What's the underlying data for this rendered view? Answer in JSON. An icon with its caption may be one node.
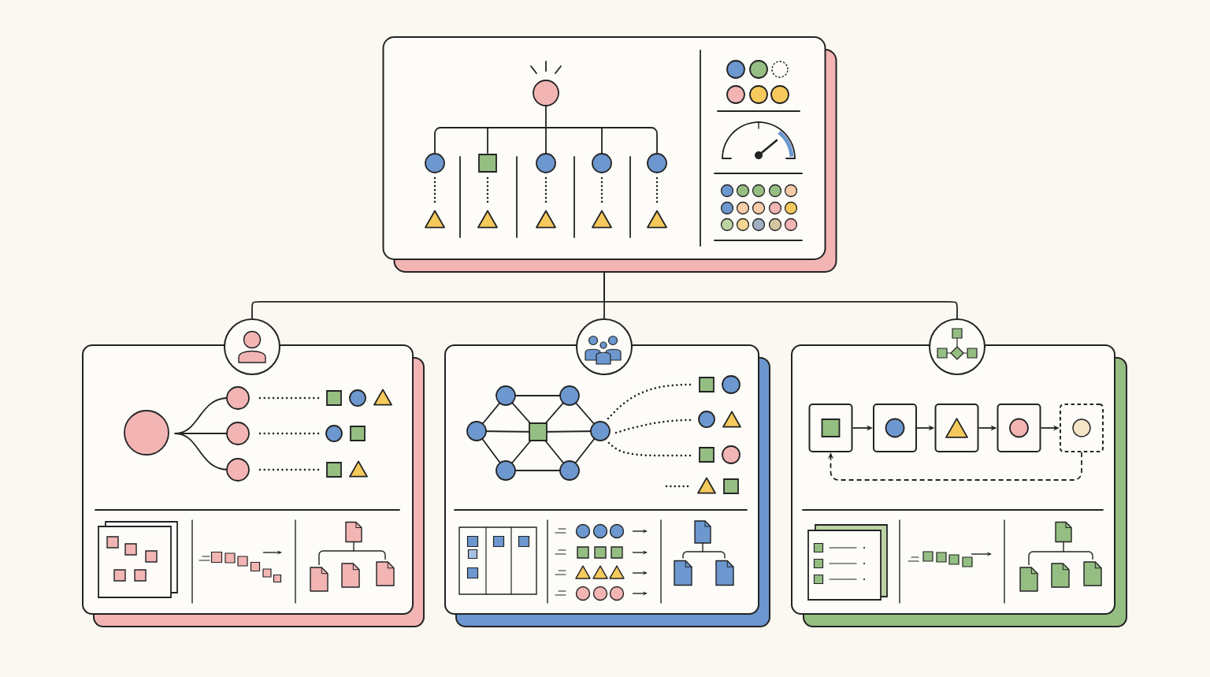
{
  "diagram": {
    "nodes": [
      {
        "text": [],
        "shape": "box"
      },
      {
        "text": [],
        "shape": "circle"
      },
      {
        "text": [],
        "shape": "box"
      },
      {
        "text": [],
        "shape": "circle"
      },
      {
        "text": [],
        "shape": "box"
      },
      {
        "text": [],
        "shape": "circle"
      },
      {
        "text": [],
        "shape": "box"
      },
      {
        "text": [],
        "shape": "box",
        "in": 6
      },
      {
        "text": [],
        "shape": "box",
        "in": 6
      },
      {
        "text": [],
        "shape": "box",
        "in": 6
      },
      {
        "text": [],
        "shape": "box",
        "in": 6
      },
      {
        "text": [],
        "shape": "box",
        "in": 6
      }
    ],
    "edges": [
      {
        "from": 0,
        "to": 1,
        "arrow": "none"
      },
      {
        "from": 0,
        "to": 3,
        "arrow": "none"
      },
      {
        "from": 0,
        "to": 5,
        "arrow": "none"
      },
      {
        "from": 7,
        "to": 8,
        "arrow": "to"
      },
      {
        "from": 8,
        "to": 9,
        "arrow": "to"
      },
      {
        "from": 9,
        "to": 10,
        "arrow": "to"
      },
      {
        "from": 10,
        "to": 11,
        "arrow": "to"
      },
      {
        "from": 11,
        "to": 7,
        "arrow": "to",
        "style": "dashed"
      }
    ]
  }
}
